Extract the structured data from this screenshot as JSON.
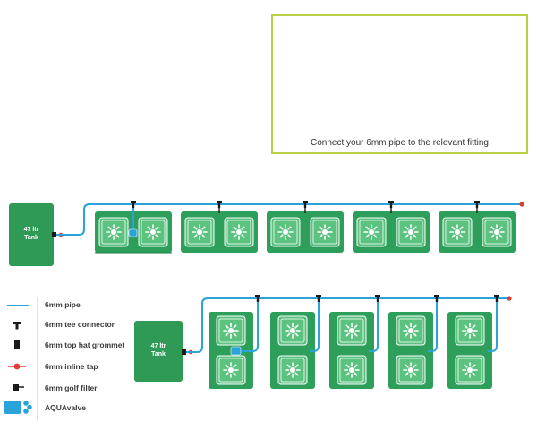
{
  "fittings_panel": {
    "caption": "Connect your 6mm pipe to the relevant fitting"
  },
  "tanks": [
    {
      "label_line1": "47 ltr",
      "label_line2": "Tank"
    },
    {
      "label_line1": "47 ltr",
      "label_line2": "Tank"
    }
  ],
  "legend": [
    {
      "label": "6mm pipe",
      "icon": "pipe-line-icon"
    },
    {
      "label": "6mm tee connector",
      "icon": "tee-connector-icon"
    },
    {
      "label": "6mm top hat grommet",
      "icon": "grommet-icon"
    },
    {
      "label": "6mm inline tap",
      "icon": "inline-tap-icon"
    },
    {
      "label": "6mm golf filter",
      "icon": "golf-filter-icon"
    },
    {
      "label": "AQUAvalve",
      "icon": "aquavalve-icon"
    }
  ],
  "colors": {
    "pipe": "#29a3d9",
    "tray_green": "#2e9e5b",
    "tray_light": "#5cc27f",
    "tank_green": "#2e9a55",
    "panel_border": "#b9cf45",
    "end_tap": "#e03a3a",
    "fitting_dark": "#1a1a1a",
    "grommet_purple": "#6a2a7a"
  }
}
